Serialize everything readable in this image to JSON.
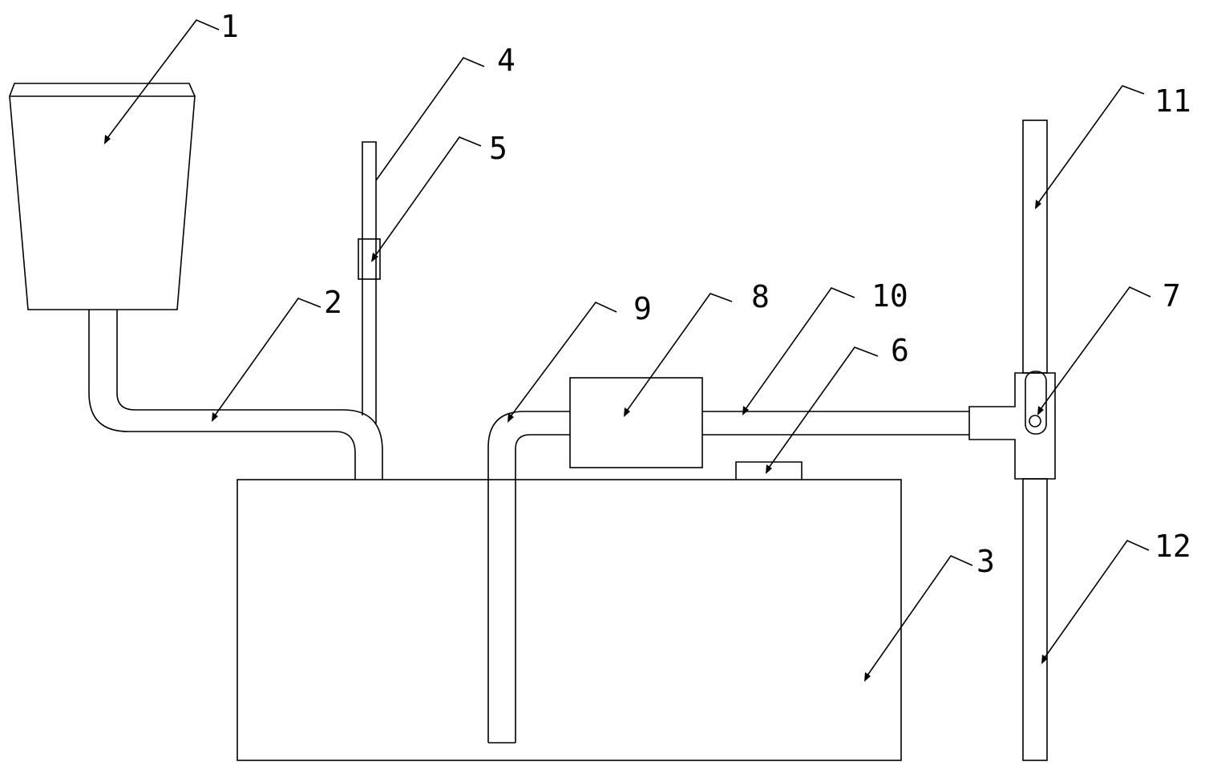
{
  "labels": {
    "part_1": "1",
    "part_2": "2",
    "part_3": "3",
    "part_4": "4",
    "part_5": "5",
    "part_6": "6",
    "part_7": "7",
    "part_8": "8",
    "part_9": "9",
    "part_10": "10",
    "part_11": "11",
    "part_12": "12"
  },
  "colors": {
    "line": "#000000",
    "background": "#ffffff"
  }
}
